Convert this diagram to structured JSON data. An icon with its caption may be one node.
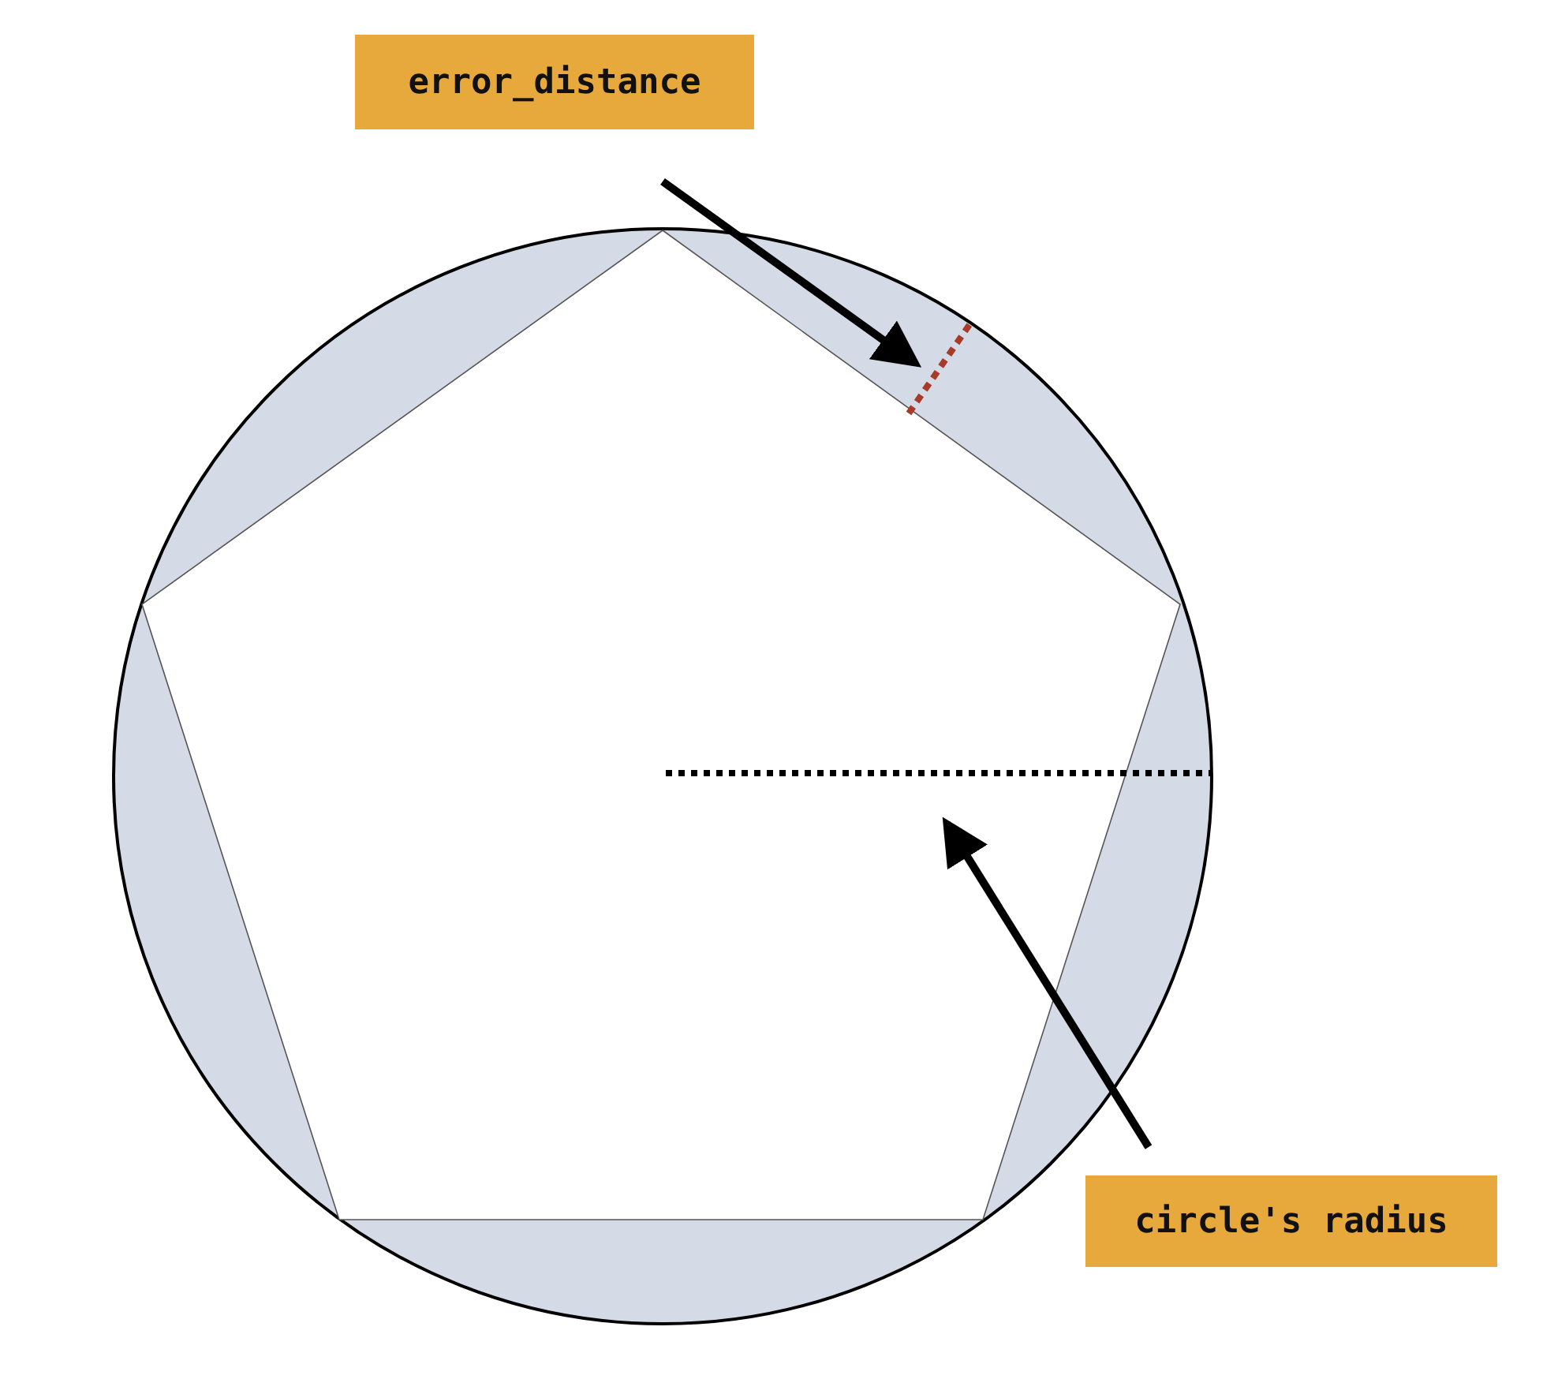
{
  "diagram": {
    "nodes": [
      {
        "text": [
          "error_distance"
        ]
      },
      {
        "text": [],
        "shape": "line"
      },
      {
        "text": [],
        "shape": "line"
      },
      {
        "text": [
          "circle's radius"
        ]
      }
    ],
    "edges": [
      {
        "from": 0,
        "to": 1,
        "arrow": "to"
      },
      {
        "from": 3,
        "to": 2,
        "arrow": "to"
      }
    ]
  }
}
